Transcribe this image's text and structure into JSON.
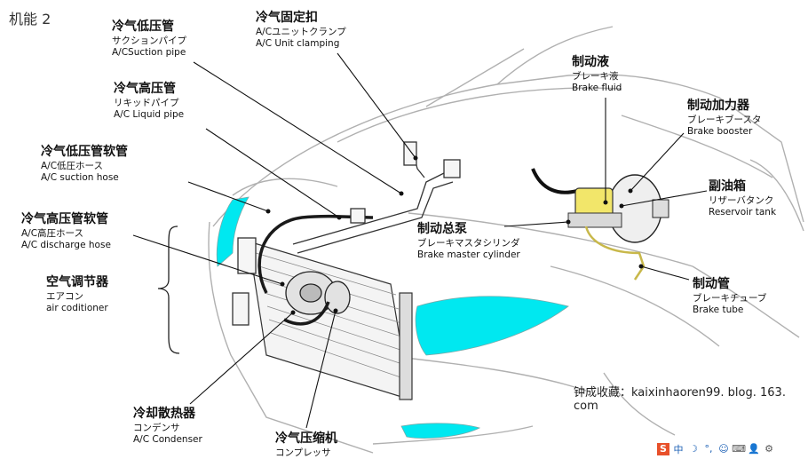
{
  "slide_title": "机能 2",
  "labels": {
    "suction_pipe": {
      "zh": "冷气低压管",
      "jp": "サクションパイプ",
      "en": "A/CSuction pipe"
    },
    "unit_clamping": {
      "zh": "冷气固定扣",
      "jp": "A/Cユニットクランプ",
      "en": "A/C Unit   clamping"
    },
    "liquid_pipe": {
      "zh": "冷气高压管",
      "jp": "リキッドパイプ",
      "en": "A/C Liquid  pipe"
    },
    "suction_hose": {
      "zh": "冷气低压管软管",
      "jp": "A/C低圧ホース",
      "en": "A/C   suction hose"
    },
    "discharge_hose": {
      "zh": "冷气高压管软管",
      "jp": "A/C高圧ホース",
      "en": "A/C discharge hose"
    },
    "air_conditioner": {
      "zh": "空气调节器",
      "jp": "エアコン",
      "en": "air coditioner"
    },
    "condenser": {
      "zh": "冷却散热器",
      "jp": "コンデンサ",
      "en": "A/C Condenser"
    },
    "compressor": {
      "zh": "冷气压缩机",
      "jp": "コンプレッサ"
    },
    "brake_fluid": {
      "zh": "制动液",
      "jp": "ブレーキ液",
      "en": "Brake fluid"
    },
    "brake_booster": {
      "zh": "制动加力器",
      "jp": "ブレーキブースタ",
      "en": "Brake booster"
    },
    "reservoir_tank": {
      "zh": "副油箱",
      "jp": "リザーバタンク",
      "en": "Reservoir tank"
    },
    "master_cylinder": {
      "zh": "制动总泵",
      "jp": "ブレーキマスタシリンダ",
      "en": "Brake master cylinder"
    },
    "brake_tube": {
      "zh": "制动管",
      "jp": "ブレーキチューブ",
      "en": "Brake tube"
    }
  },
  "watermark": "钟成收藏：kaixinhaoren99. blog. 163. com",
  "ime_bar": {
    "logo": "S",
    "mode": "中"
  },
  "colors": {
    "highlight": "#00e8f0",
    "reservoir": "#f2e66a",
    "line": "#b0b0b0"
  }
}
